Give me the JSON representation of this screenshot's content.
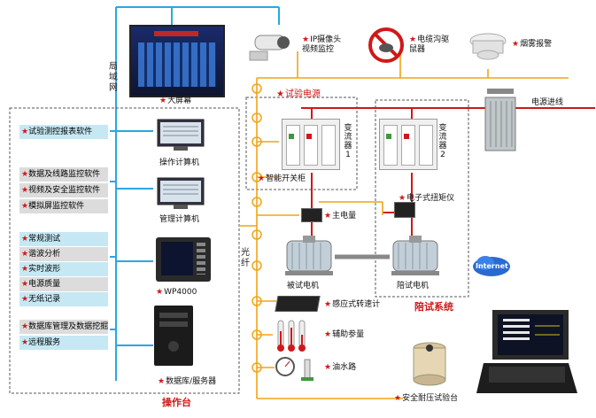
{
  "network": {
    "lan_label": "局域网",
    "fiber_label": "光纤"
  },
  "devices": {
    "big_screen": "大屏幕",
    "ip_camera": "IP摄像头\n视频监控",
    "rodent": "电缆沟驱\n鼠器",
    "smoke": "烟雾报警",
    "power_in": "电源进线",
    "test_power": "试验电源",
    "inverter1": "变\n流\n器\n1",
    "inverter2": "变\n流\n器\n2",
    "smart_switch": "智能开关柜",
    "ops_pc": "操作计算机",
    "mgmt_pc": "管理计算机",
    "wp4000": "WP4000",
    "db_server": "数据库/服务器",
    "main_meter": "主电量",
    "torque": "电子式扭矩仪",
    "motor_tested": "被试电机",
    "motor_companion": "陪试电机",
    "companion_system": "陪试系统",
    "speed_meter": "感应式转速计",
    "aux_params": "辅助参量",
    "oil_water": "油水路",
    "hv_test": "安全耐压试验台",
    "internet": "Internet",
    "console": "操作台"
  },
  "software": {
    "group1": [
      "试验测控报表软件"
    ],
    "group2": [
      "数据及线路监控软件",
      "视频及安全监控软件",
      "模拟屏监控软件"
    ],
    "group3": [
      "常规测试",
      "谐波分析",
      "实时波形",
      "电源质量",
      "无纸记录"
    ],
    "group4": [
      "数据库管理及数据挖掘",
      "远程服务"
    ]
  },
  "colors": {
    "lan": "#2aa8e0",
    "power": "#d01818",
    "fiber": "#f2a416",
    "text_accent": "#d01818"
  }
}
